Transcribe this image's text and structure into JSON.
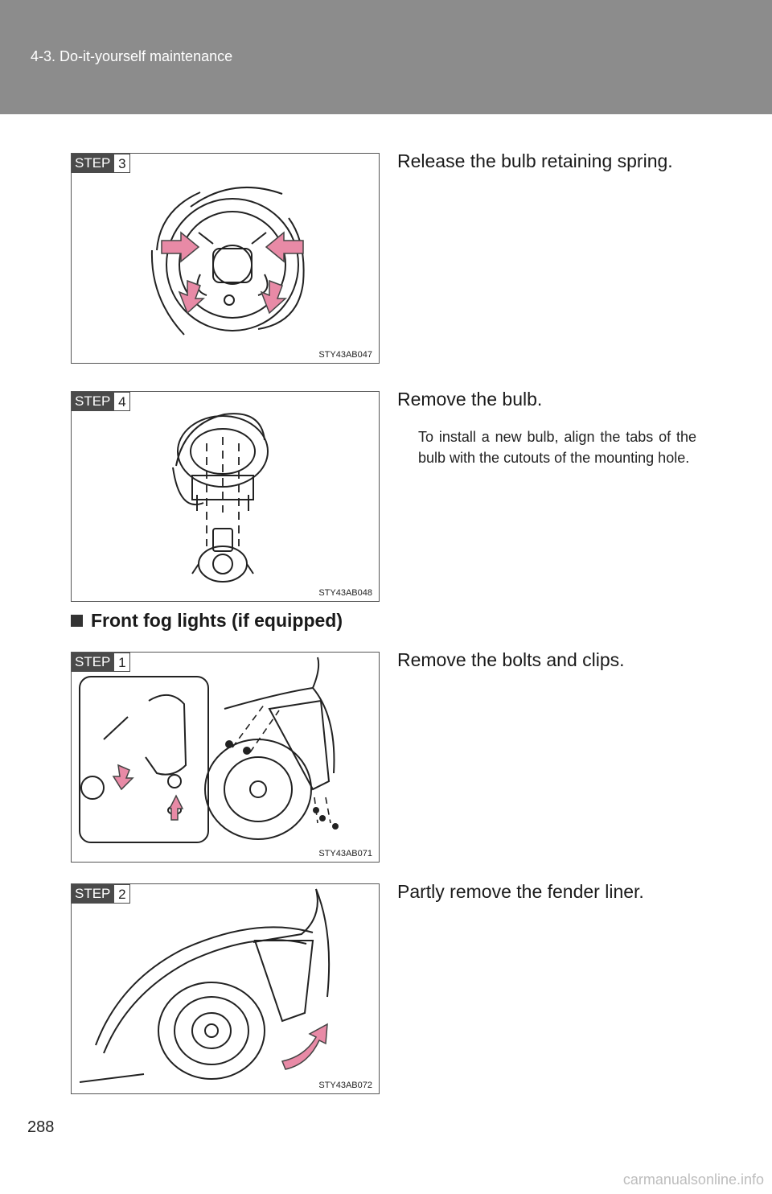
{
  "header": {
    "section": "4-3. Do-it-yourself maintenance"
  },
  "steps": [
    {
      "word": "STEP",
      "num": "3",
      "code": "STY43AB047",
      "caption": "Release the bulb retaining spring.",
      "note": ""
    },
    {
      "word": "STEP",
      "num": "4",
      "code": "STY43AB048",
      "caption": "Remove the bulb.",
      "note": "To install a new bulb, align the tabs of the bulb with the cutouts of the mounting hole."
    },
    {
      "word": "STEP",
      "num": "1",
      "code": "STY43AB071",
      "caption": "Remove the bolts and clips.",
      "note": ""
    },
    {
      "word": "STEP",
      "num": "2",
      "code": "STY43AB072",
      "caption": "Partly remove the fender liner.",
      "note": ""
    }
  ],
  "subheading": "Front fog lights (if equipped)",
  "page_number": "288",
  "watermark": "carmanualsonline.info",
  "colors": {
    "header": "#8c8c8c",
    "arrow": "#e88aa6",
    "badge": "#4a4a4a"
  }
}
